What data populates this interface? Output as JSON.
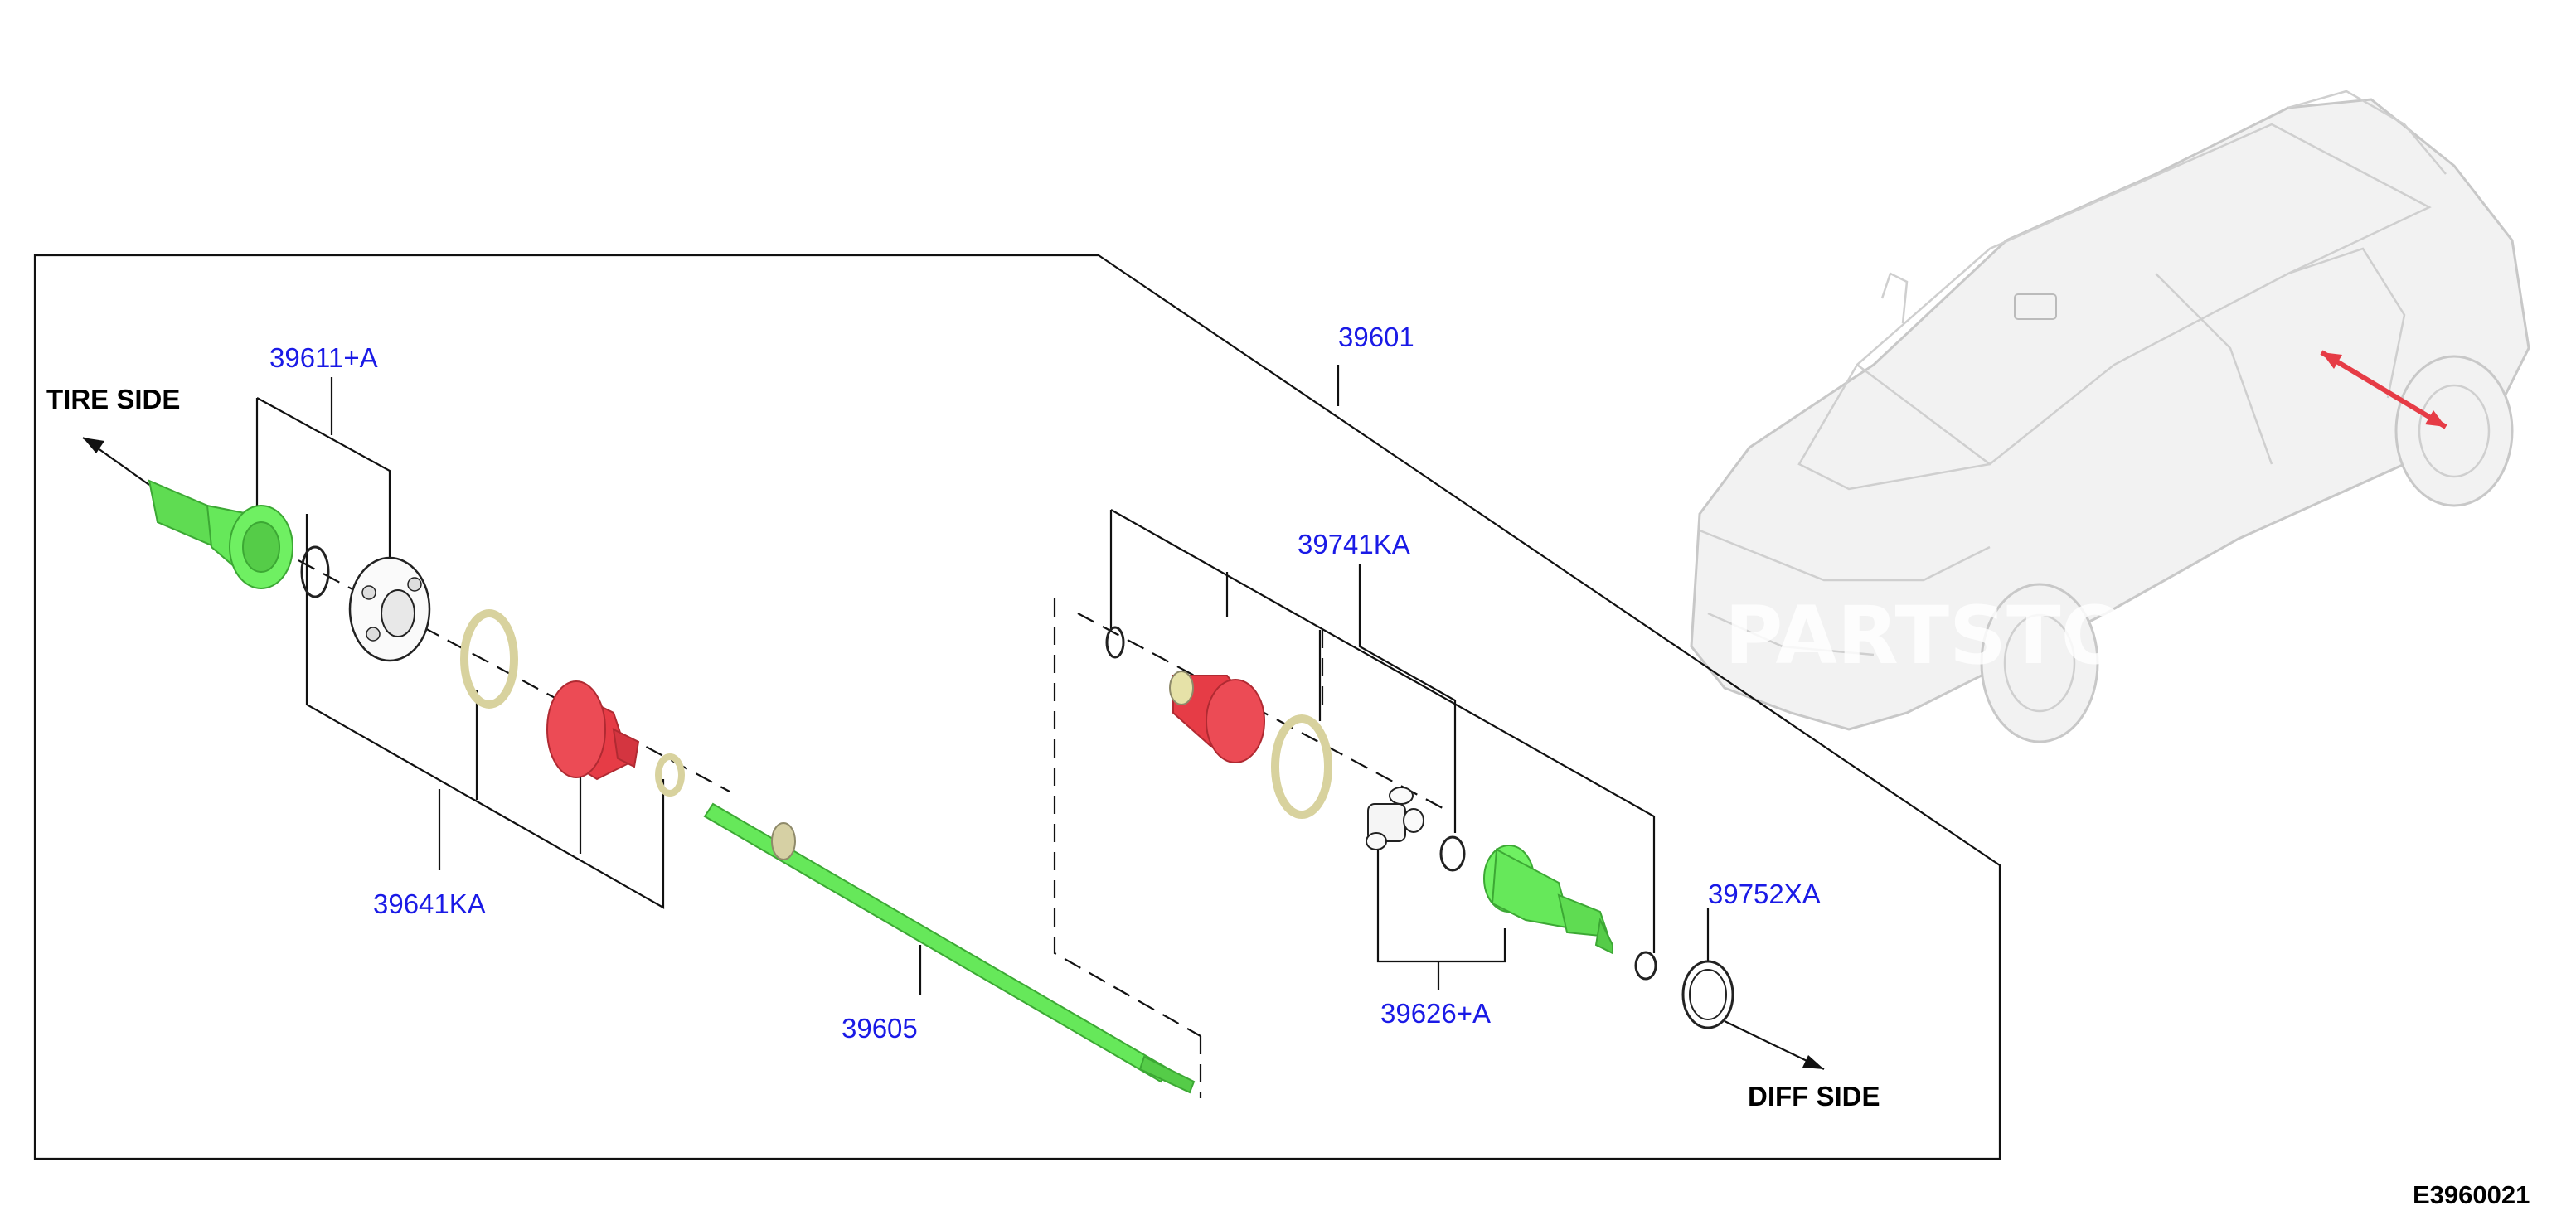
{
  "labels": {
    "tire_side": "TIRE SIDE",
    "diff_side": "DIFF SIDE",
    "p39601": "39601",
    "p39611a": "39611+A",
    "p39641ka": "39641KA",
    "p39605": "39605",
    "p39741ka": "39741KA",
    "p39752xa": "39752XA",
    "p39626a": "39626+A",
    "figure_code": "E3960021"
  },
  "watermark": "PARTSTO",
  "colors": {
    "part_green": "#66e85a",
    "boot_red": "#e63c46",
    "callout_blue": "#1a1ae6",
    "clamp_beige": "#ece8c4"
  }
}
